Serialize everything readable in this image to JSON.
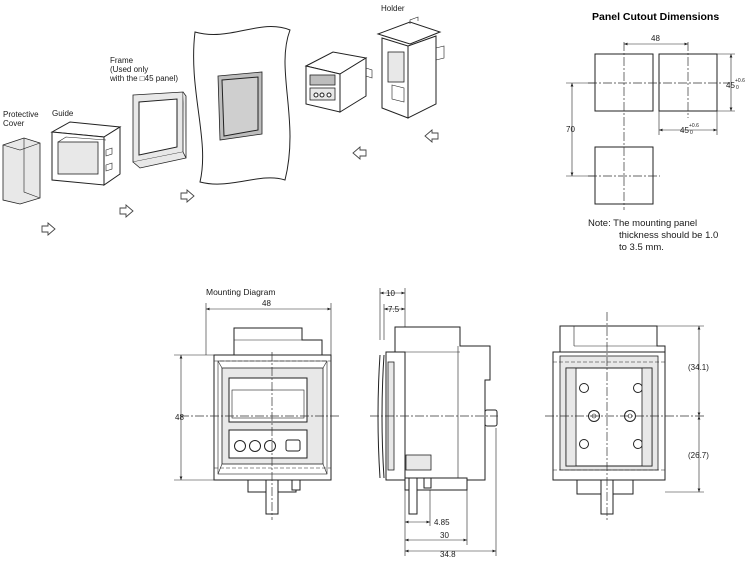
{
  "exploded": {
    "protective_cover": "Protective\nCover",
    "guide": "Guide",
    "frame": "Frame\n(Used only\nwith the □45 panel)",
    "holder": "Holder"
  },
  "cutout": {
    "title": "Panel Cutout Dimensions",
    "dim_48": "48",
    "dim_45_right": "45",
    "dim_45_bottom": "45",
    "tol_upper": "+0.6",
    "tol_lower": "0",
    "dim_70": "70",
    "note_line1": "Note:  The mounting panel",
    "note_line2": "thickness should be 1.0",
    "note_line3": "to 3.5 mm."
  },
  "mounting": {
    "title": "Mounting Diagram",
    "front_width": "48",
    "front_height": "48",
    "side_10": "10",
    "side_7_5": "7.5",
    "side_4_85": "4.85",
    "side_30": "30",
    "side_34_8": "34.8",
    "back_34_1": "(34.1)",
    "back_26_7": "(26.7)"
  }
}
